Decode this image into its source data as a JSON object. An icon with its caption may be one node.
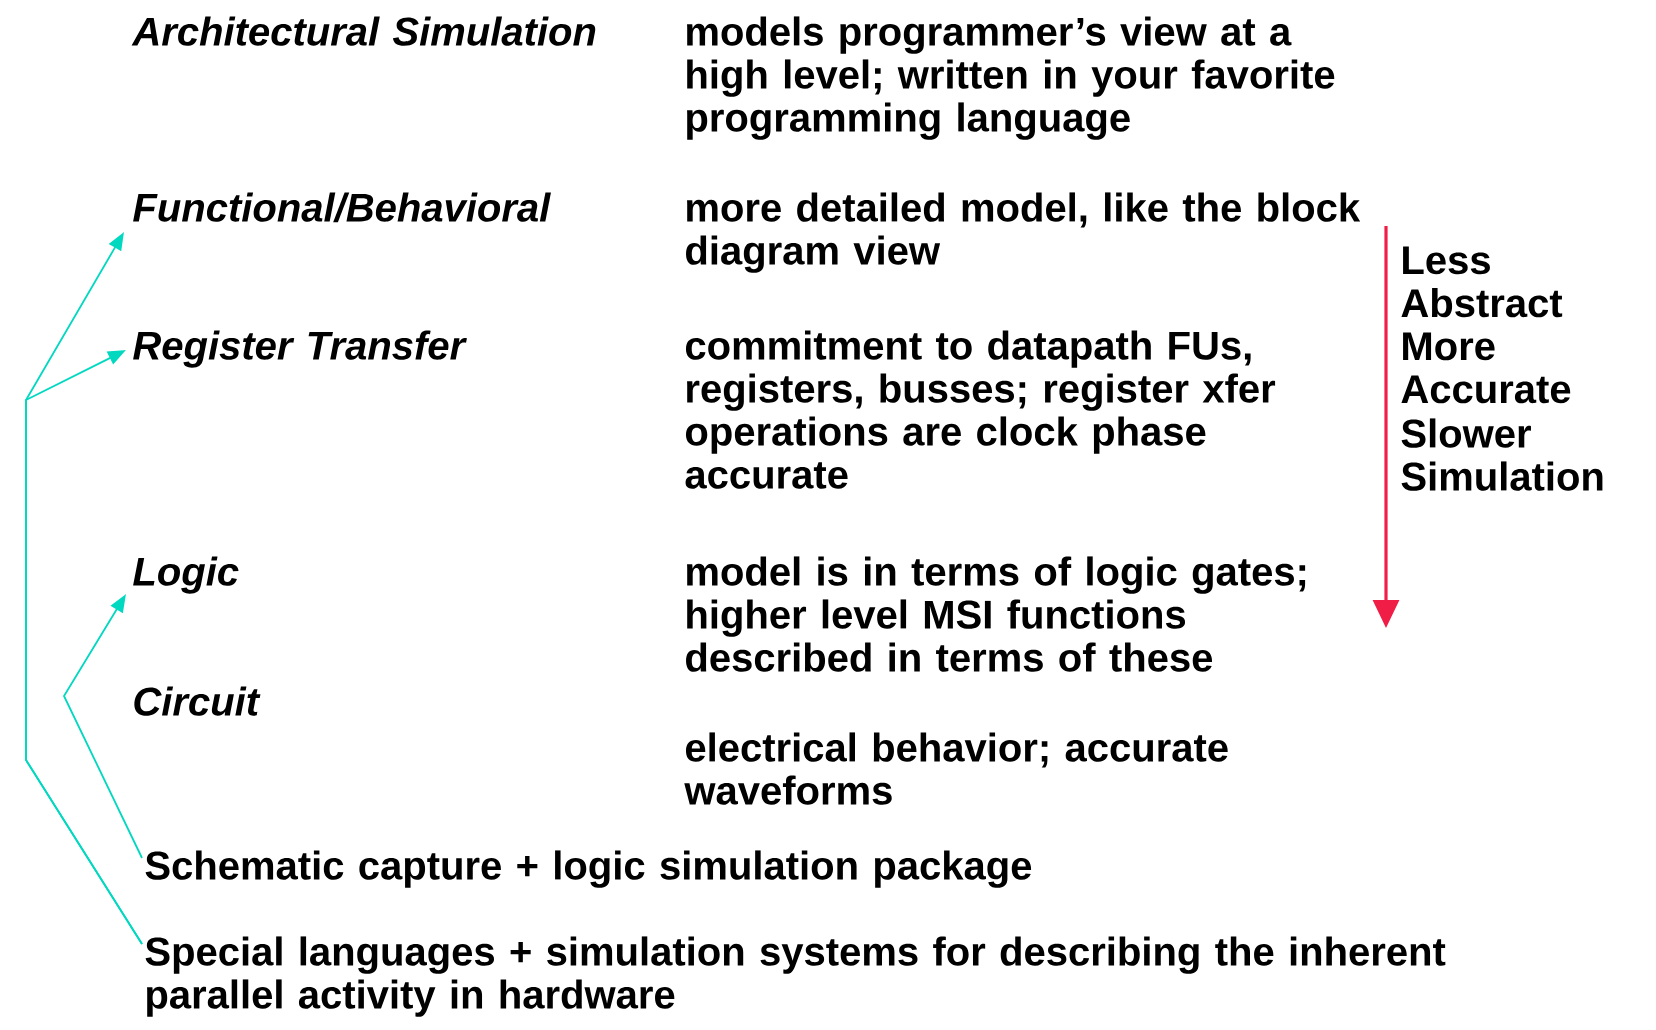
{
  "diagram": {
    "nodes": [
      {
        "text": [
          "Architectural Simulation"
        ]
      },
      {
        "text": [
          "Functional/Behavioral"
        ]
      },
      {
        "text": [
          "Register Transfer"
        ]
      },
      {
        "text": [
          "Logic"
        ]
      },
      {
        "text": [
          "Circuit"
        ]
      },
      {
        "text": [
          "Schematic capture + logic simulation package"
        ]
      },
      {
        "text": [
          "Special languages + simulation systems for describing the inherent parallel activity in hardware"
        ]
      }
    ],
    "edges": [
      {
        "from": 6,
        "to": 1,
        "arrow": "to"
      },
      {
        "from": 6,
        "to": 2,
        "arrow": "to"
      },
      {
        "from": 5,
        "to": 3,
        "arrow": "to"
      }
    ],
    "labels": [
      "models programmer’s view at a high level; written in your favorite programming language",
      "more detailed model, like the block diagram view",
      "Less Abstract",
      "commitment to datapath FUs, registers, busses; register xfer operations are clock phase accurate",
      "More Accurate",
      "Slower Simulation",
      "model is in terms of logic gates; higher level MSI functions described in terms of these",
      "electrical behavior; accurate waveforms"
    ]
  }
}
